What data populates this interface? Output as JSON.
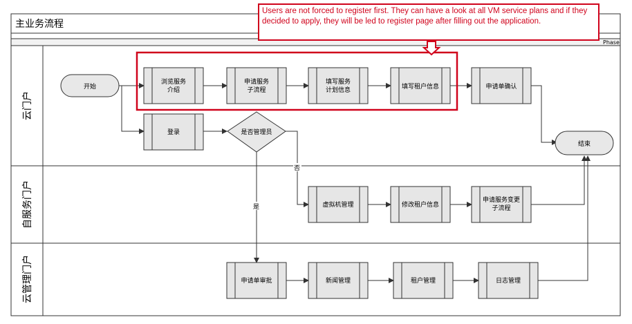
{
  "title": "主业务流程",
  "phase_label": "Phase",
  "lanes": [
    "云门户",
    "自服务门户",
    "云管理门户"
  ],
  "nodes": {
    "start": "开始",
    "browse": [
      "浏览服务",
      "介绍"
    ],
    "apply_sub": [
      "申请服务",
      "子流程"
    ],
    "fill_plan": [
      "填写服务",
      "计划信息"
    ],
    "fill_tenant": "填写租户信息",
    "confirm": "申请单确认",
    "end": "结束",
    "login": "登录",
    "is_admin": "是否管理员",
    "vm_manage": "虚拟机管理",
    "modify_tenant": "修改租户信息",
    "change_sub": [
      "申请服务变更",
      "子流程"
    ],
    "approve": "申请单审批",
    "news": "新闻管理",
    "tenant_manage": "租户管理",
    "log_manage": "日志管理"
  },
  "edge_labels": {
    "no": "否",
    "yes": "是"
  },
  "callout": "Users are not forced to register first. They can have a look at all VM service plans and if they decided to apply, they will be led to register page after filling out the application.",
  "colors": {
    "callout_border": "#d0021b",
    "callout_text": "#d0021b",
    "box_fill": "#e6e6e6",
    "line": "#333333"
  }
}
